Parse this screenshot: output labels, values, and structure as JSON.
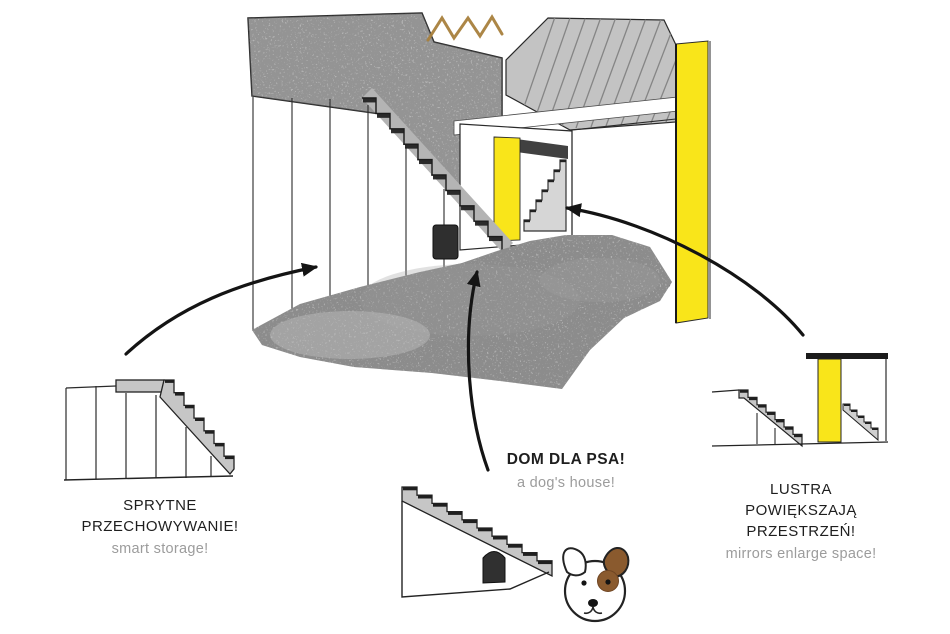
{
  "labels": {
    "storage": {
      "line1": "SPRYTNE",
      "line2": "PRZECHOWYWANIE!",
      "subtitle": "smart storage!"
    },
    "dog_house": {
      "title": "DOM DLA PSA!",
      "subtitle": "a dog's house!"
    },
    "mirrors": {
      "line1": "LUSTRA",
      "line2": "POWIĘKSZAJĄ",
      "line3": "PRZESTRZEŃ!",
      "subtitle": "mirrors enlarge space!"
    }
  },
  "colors": {
    "accent_yellow": "#f9e51a",
    "concrete_gray": "#b4b4b4",
    "ink": "#1e1e1e",
    "muted_text": "#9c9c9c",
    "wood_tan": "#a8803c",
    "dog_brown": "#8a5a2e"
  }
}
